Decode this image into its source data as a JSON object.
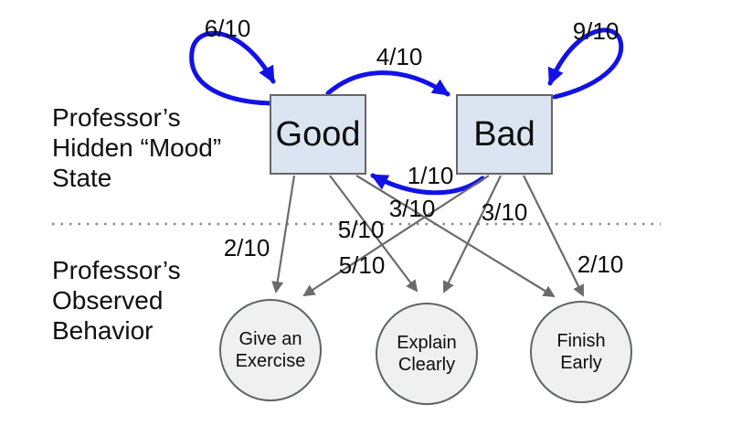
{
  "section_labels": {
    "hidden": [
      "Professor’s",
      "Hidden “Mood”",
      "State"
    ],
    "observed": [
      "Professor’s",
      "Observed",
      "Behavior"
    ]
  },
  "states": [
    {
      "label": "Good"
    },
    {
      "label": "Bad"
    }
  ],
  "observations": [
    {
      "line1": "Give an",
      "line2": "Exercise"
    },
    {
      "line1": "Explain",
      "line2": "Clearly"
    },
    {
      "line1": "Finish",
      "line2": "Early"
    }
  ],
  "transitions": [
    {
      "from": "Good",
      "to": "Good",
      "probability": "6/10"
    },
    {
      "from": "Good",
      "to": "Bad",
      "probability": "4/10"
    },
    {
      "from": "Bad",
      "to": "Bad",
      "probability": "9/10"
    },
    {
      "from": "Bad",
      "to": "Good",
      "probability": "1/10"
    }
  ],
  "emissions": [
    {
      "from": "Good",
      "to": "Give an Exercise",
      "probability": "2/10"
    },
    {
      "from": "Good",
      "to": "Explain Clearly",
      "probability": "5/10"
    },
    {
      "from": "Good",
      "to": "Finish Early",
      "probability": "3/10"
    },
    {
      "from": "Bad",
      "to": "Give an Exercise",
      "probability": "5/10"
    },
    {
      "from": "Bad",
      "to": "Explain Clearly",
      "probability": "3/10"
    },
    {
      "from": "Bad",
      "to": "Finish Early",
      "probability": "2/10"
    }
  ],
  "colors": {
    "transition_arrow": "#1212e6",
    "emission_arrow": "#6b6b6b",
    "state_fill": "#dbe5f1",
    "state_border": "#666666",
    "observation_fill": "#f0f0f0",
    "observation_border": "#5f6368",
    "text": "#0d0d0d"
  }
}
